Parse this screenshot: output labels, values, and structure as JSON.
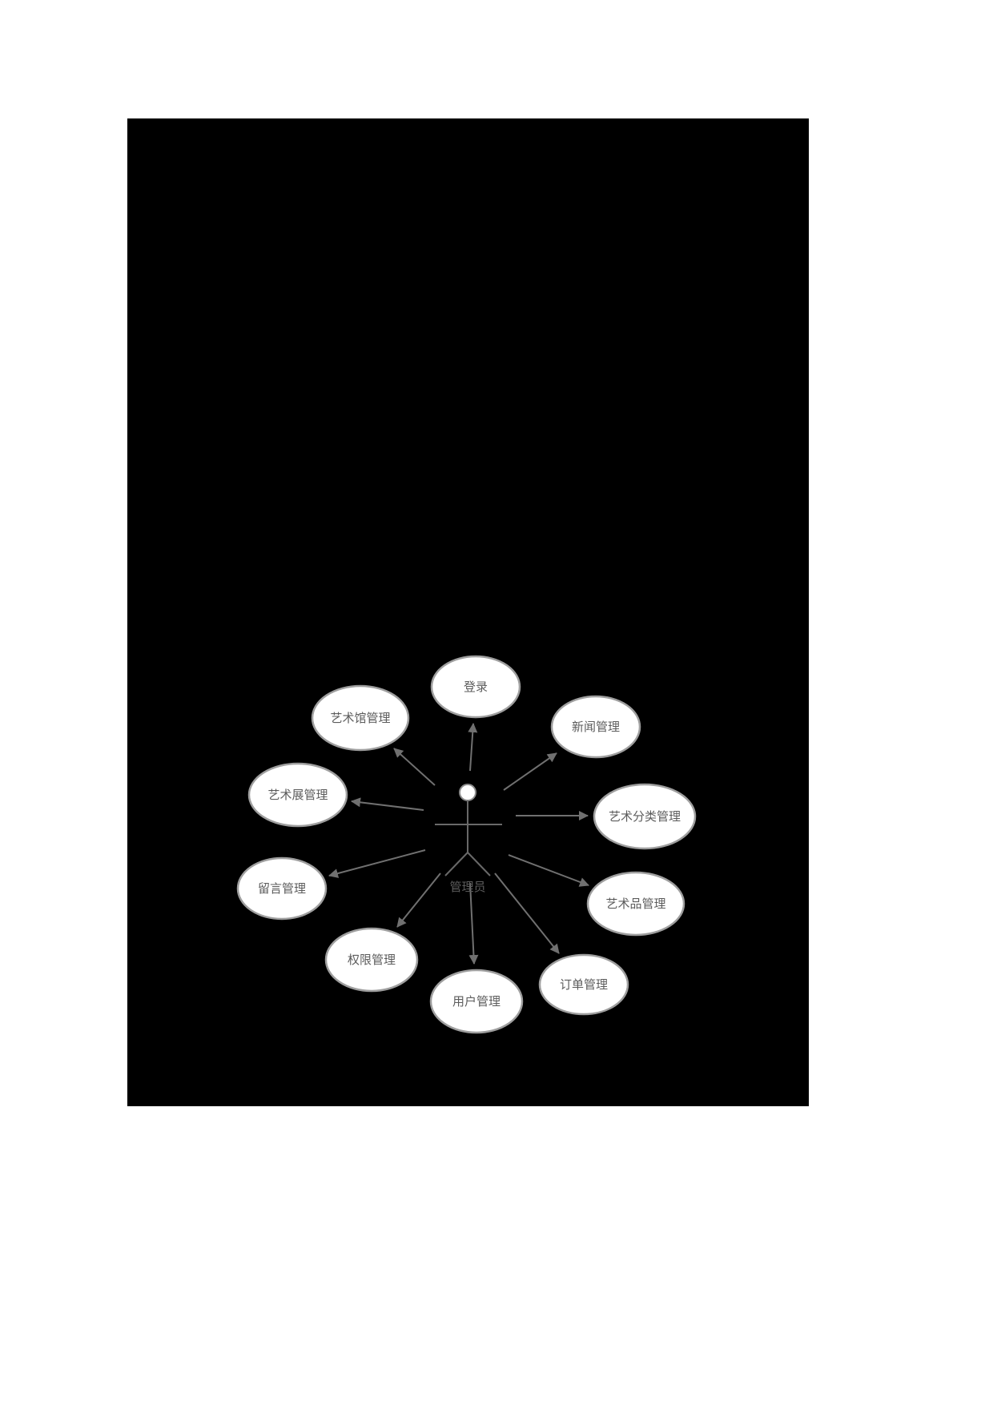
{
  "diagram": {
    "type": "use-case-diagram",
    "actor": {
      "label": "管理员"
    },
    "nodes": [
      {
        "id": "login",
        "label": "登录"
      },
      {
        "id": "gallery-management",
        "label": "艺术馆管理"
      },
      {
        "id": "news-management",
        "label": "新闻管理"
      },
      {
        "id": "exhibition-management",
        "label": "艺术展管理"
      },
      {
        "id": "category-management",
        "label": "艺术分类管理"
      },
      {
        "id": "message-management",
        "label": "留言管理"
      },
      {
        "id": "artwork-management",
        "label": "艺术品管理"
      },
      {
        "id": "permission-management",
        "label": "权限管理"
      },
      {
        "id": "user-management",
        "label": "用户管理"
      },
      {
        "id": "order-management",
        "label": "订单管理"
      }
    ],
    "colors": {
      "page_background": "#ffffff",
      "diagram_background": "#000000",
      "ellipse_fill": "#ffffff",
      "ellipse_border": "#9e9e9e",
      "label_text": "#5c5c5c",
      "arrow": "#707070",
      "actor_line": "#696969"
    }
  }
}
